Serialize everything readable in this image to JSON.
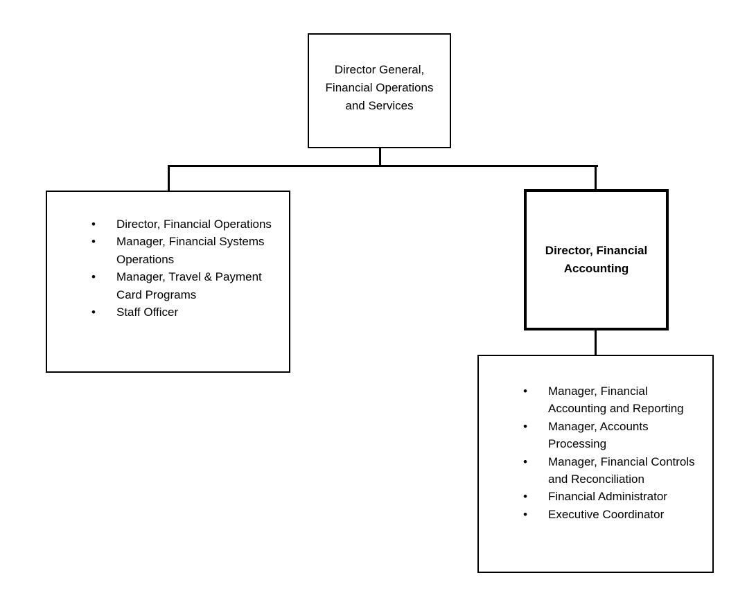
{
  "chart_data": {
    "type": "diagram",
    "diagram_type": "organizational-chart",
    "title": "",
    "orientation": "top-down",
    "nodes": [
      {
        "id": "director-general",
        "label": "Director General,\nFinancial Operations\nand Services",
        "style": "plain-box",
        "bold": false
      },
      {
        "id": "financial-operations-group",
        "label": "",
        "style": "plain-box",
        "bold": false,
        "items": [
          "Director, Financial Operations",
          "Manager, Financial Systems Operations",
          "Manager, Travel & Payment Card Programs",
          "Staff Officer"
        ]
      },
      {
        "id": "director-financial-accounting",
        "label": "Director, Financial Accounting",
        "style": "thick-box",
        "bold": true
      },
      {
        "id": "financial-accounting-group",
        "label": "",
        "style": "plain-box",
        "bold": false,
        "items": [
          "Manager, Financial Accounting and Reporting",
          "Manager, Accounts Processing",
          "Manager, Financial Controls and Reconciliation",
          "Financial Administrator",
          "Executive Coordinator"
        ]
      }
    ],
    "edges": [
      {
        "from": "director-general",
        "to": "financial-operations-group"
      },
      {
        "from": "director-general",
        "to": "director-financial-accounting"
      },
      {
        "from": "director-financial-accounting",
        "to": "financial-accounting-group"
      }
    ]
  },
  "root_box": {
    "line1": "Director General,",
    "line2": "Financial Operations",
    "line3": "and Services",
    "text": "Director General,\nFinancial Operations\nand Services"
  },
  "left_box": {
    "items": [
      {
        "bullet": "•",
        "text": "Director, Financial Operations"
      },
      {
        "bullet": "•",
        "text": "Manager, Financial Systems Operations"
      },
      {
        "bullet": "•",
        "text": "Manager, Travel & Payment Card Programs"
      },
      {
        "bullet": "•",
        "text": "Staff Officer"
      }
    ]
  },
  "director_box": {
    "text": "Director, Financial Accounting"
  },
  "right_box": {
    "items": [
      {
        "bullet": "•",
        "text": "Manager, Financial Accounting and Reporting"
      },
      {
        "bullet": "•",
        "text": "Manager, Accounts Processing"
      },
      {
        "bullet": "•",
        "text": "Manager, Financial Controls and Reconciliation"
      },
      {
        "bullet": "•",
        "text": "Financial Administrator"
      },
      {
        "bullet": "•",
        "text": "Executive Coordinator"
      }
    ]
  },
  "colors": {
    "line": "#000000",
    "text": "#000000",
    "background": "#ffffff"
  }
}
